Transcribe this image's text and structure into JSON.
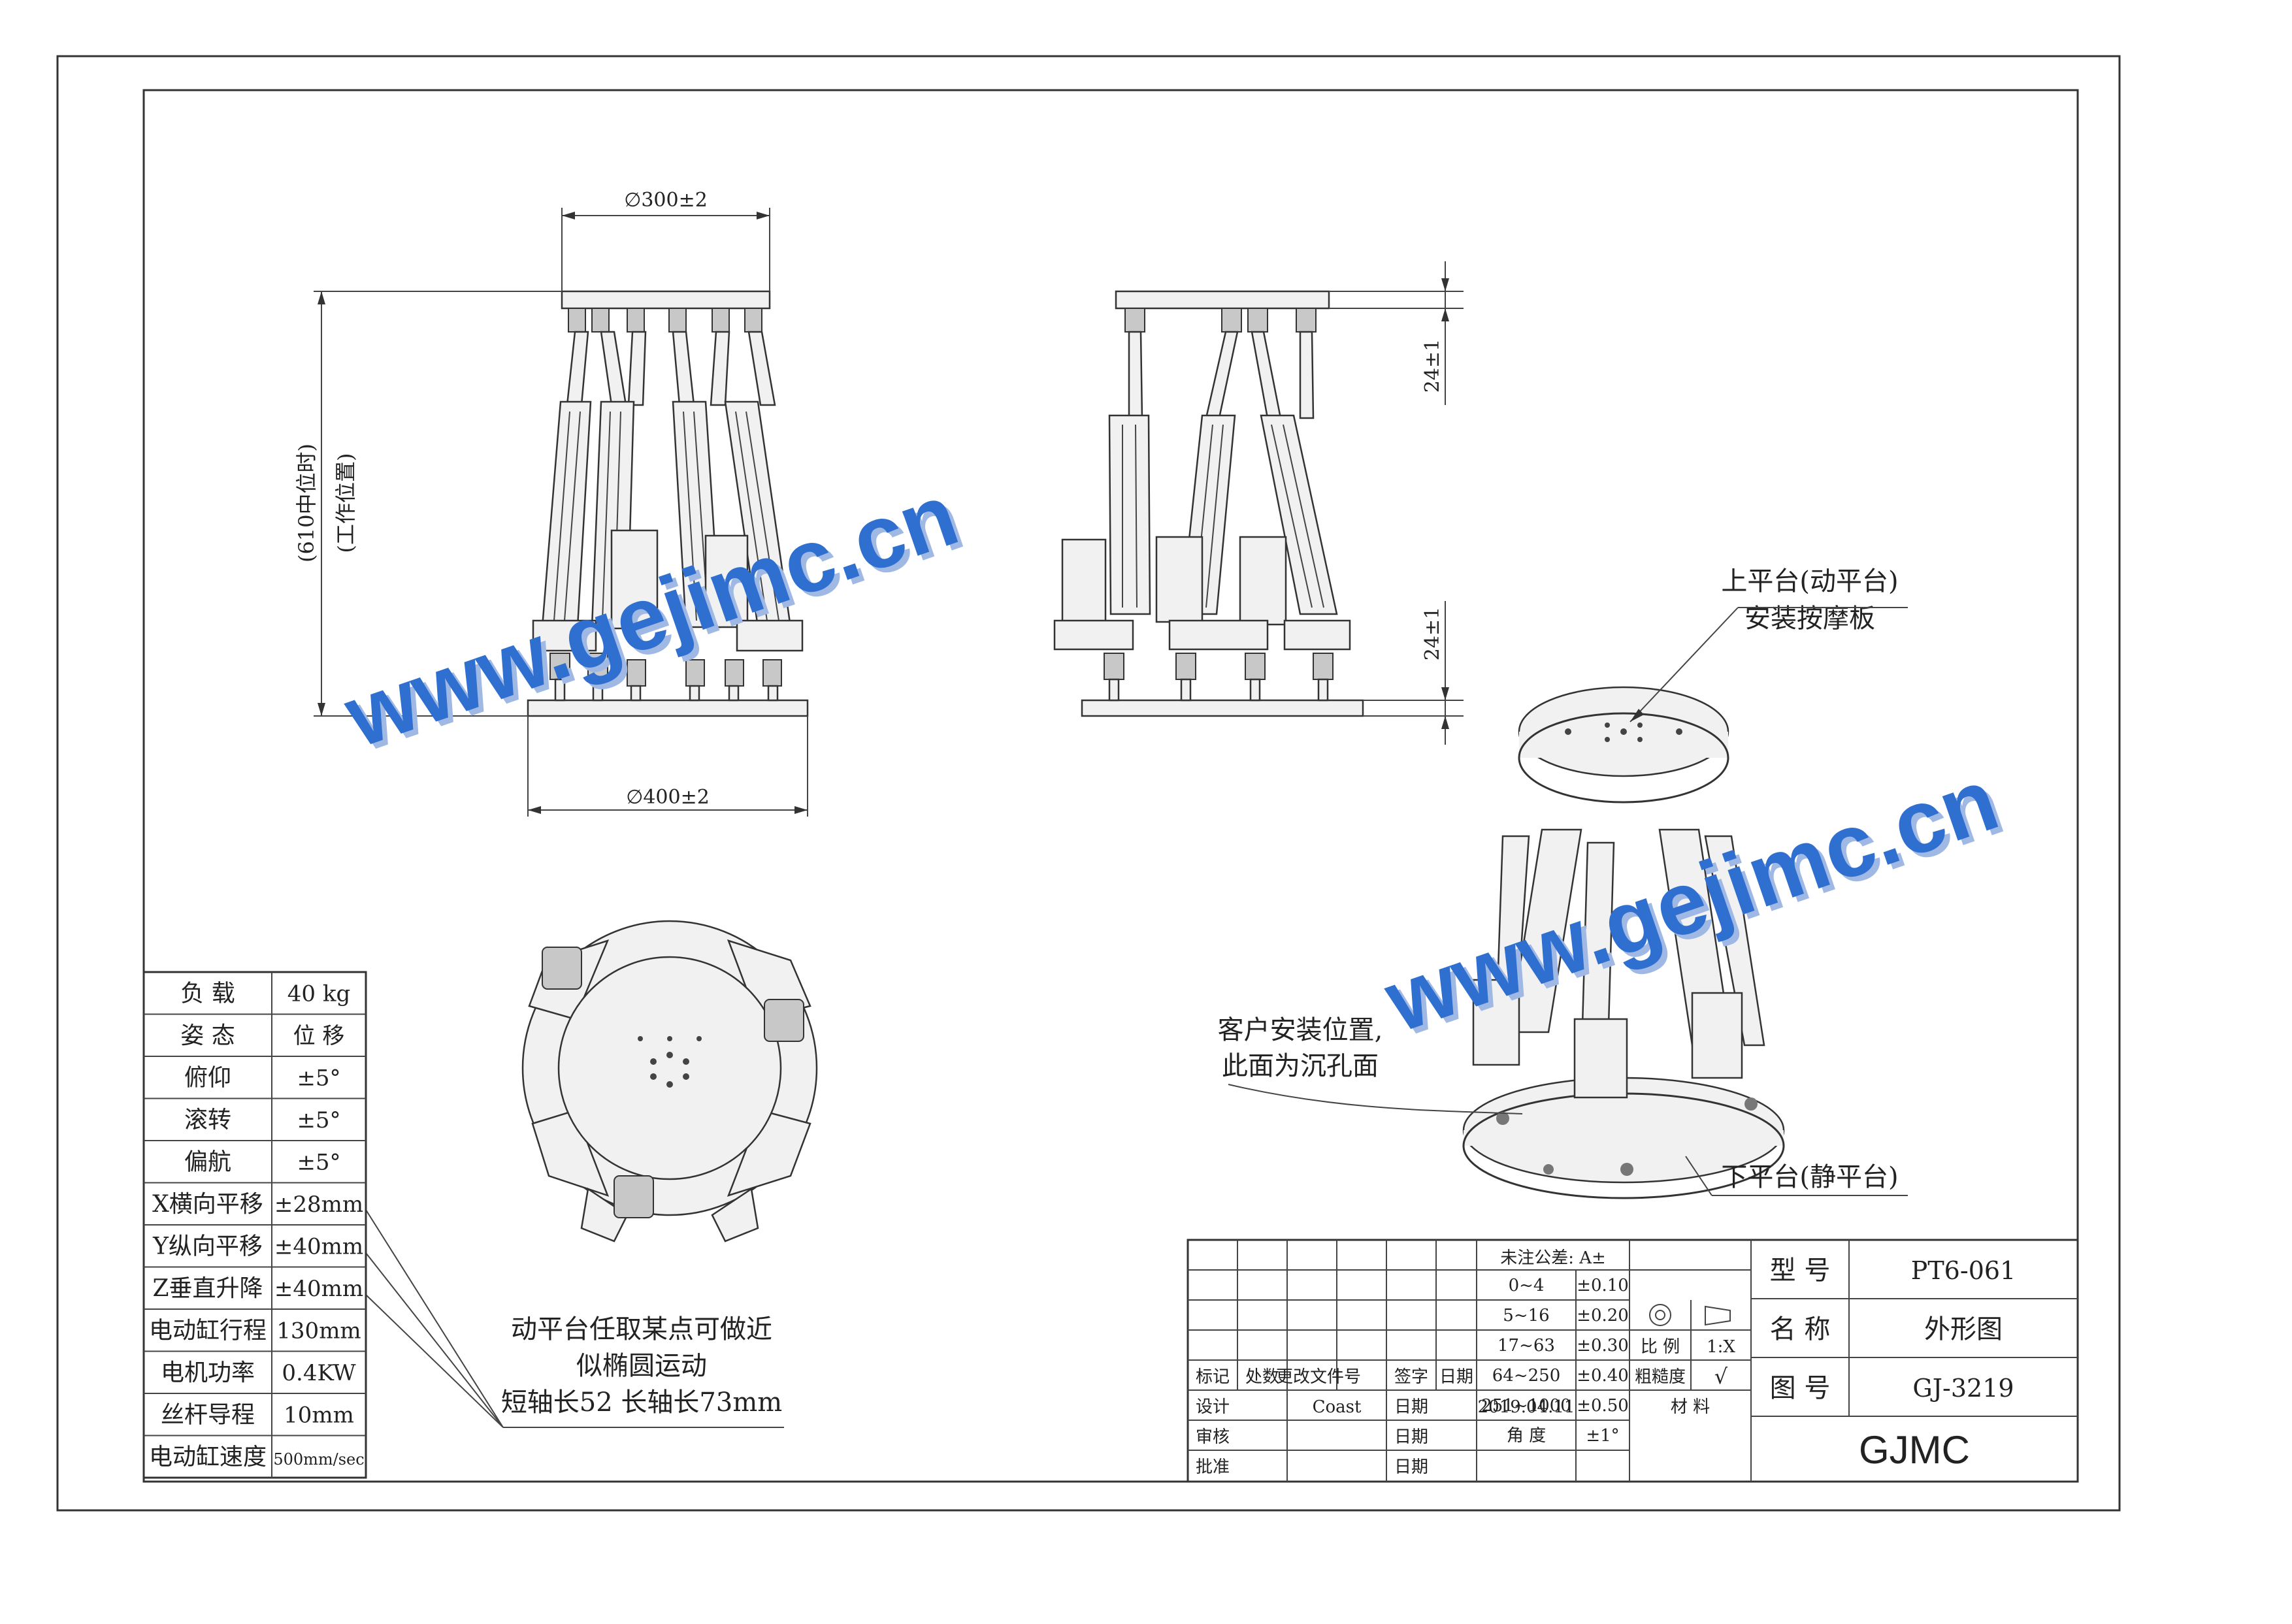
{
  "dims": {
    "top_diameter": "∅300±2",
    "bottom_diameter": "∅400±2",
    "height_1": "(610中位时)",
    "height_2": "(工作位置)",
    "side_top": "24±1",
    "side_bottom": "24±1"
  },
  "callouts": {
    "upper_line1": "上平台(动平台)",
    "upper_line2": "安装按摩板",
    "customer_line1": "客户安装位置,",
    "customer_line2": "此面为沉孔面",
    "lower": "下平台(静平台)",
    "motion_line1": "动平台任取某点可做近",
    "motion_line2": "似椭圆运动",
    "motion_line3": "短轴长52 长轴长73mm"
  },
  "watermark": "www.gejimc.cn",
  "specs": [
    {
      "label": "负 载",
      "value": "40 kg"
    },
    {
      "label": "姿 态",
      "value": "位 移"
    },
    {
      "label": "俯仰",
      "value": "±5°"
    },
    {
      "label": "滚转",
      "value": "±5°"
    },
    {
      "label": "偏航",
      "value": "±5°"
    },
    {
      "label": "X横向平移",
      "value": "±28mm"
    },
    {
      "label": "Y纵向平移",
      "value": "±40mm"
    },
    {
      "label": "Z垂直升降",
      "value": "±40mm"
    },
    {
      "label": "电动缸行程",
      "value": "130mm"
    },
    {
      "label": "电机功率",
      "value": "0.4KW"
    },
    {
      "label": "丝杆导程",
      "value": "10mm"
    },
    {
      "label": "电动缸速度",
      "value": "500mm/sec"
    }
  ],
  "title_block": {
    "tolerance_title": "未注公差: A±",
    "tol_rows": [
      {
        "range": "0~4",
        "tol": "±0.10"
      },
      {
        "range": "5~16",
        "tol": "±0.20"
      },
      {
        "range": "17~63",
        "tol": "±0.30"
      },
      {
        "range": "64~250",
        "tol": "±0.40"
      },
      {
        "range": "251~1000",
        "tol": "±0.50"
      },
      {
        "range": "角  度",
        "tol": "±1°"
      }
    ],
    "scale_label": "比 例",
    "scale_value": "1:X",
    "roughness_label": "粗糙度",
    "roughness_mark": "√",
    "material_label": "材    料",
    "rev_headers": [
      "标记",
      "处数",
      "更改文件号",
      "签字",
      "日期"
    ],
    "design_label": "设计",
    "designer": "Coast",
    "date_label_1": "日期",
    "design_date": "2019.04.11",
    "review_label": "审核",
    "date_label_2": "日期",
    "approve_label": "批准",
    "date_label_3": "日期",
    "model_label": "型 号",
    "model_value": "PT6-061",
    "name_label": "名 称",
    "name_value": "外形图",
    "drawing_label": "图 号",
    "drawing_value": "GJ-3219",
    "company": "GJMC"
  }
}
